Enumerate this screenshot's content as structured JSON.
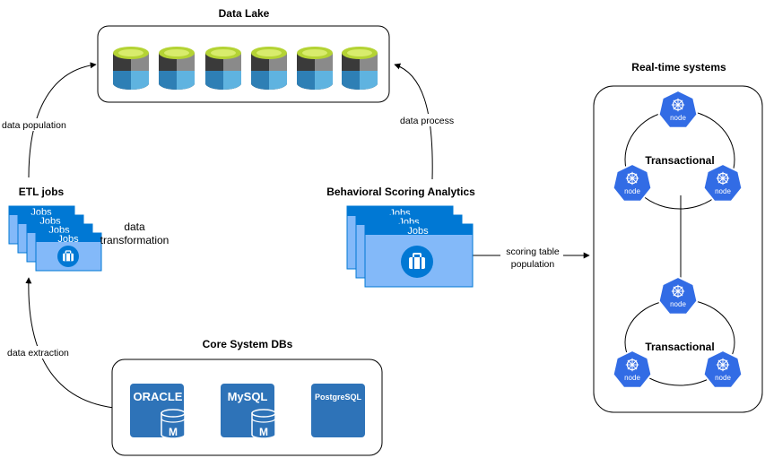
{
  "groups": {
    "data_lake": "Data Lake",
    "etl_jobs": "ETL jobs",
    "behavioral": "Behavioral Scoring Analytics",
    "core_dbs": "Core System DBs",
    "realtime": "Real-time systems"
  },
  "edges": {
    "data_population": "data population",
    "data_process": "data process",
    "data_extraction": "data extraction",
    "scoring_line1": "scoring table",
    "scoring_line2": "population",
    "transform_line1": "data",
    "transform_line2": "transformation"
  },
  "jobs_label": "Jobs",
  "databases": {
    "oracle": "ORACLE",
    "mysql": "MySQL",
    "postgres": "PostgreSQL",
    "badge": "M"
  },
  "clusters": {
    "top": "Transactional",
    "bottom": "Transactional"
  },
  "node_label": "node",
  "colors": {
    "azure_blue": "#0078d4",
    "light_blue": "#83b9f9",
    "node_blue": "#326ce5",
    "db_blue": "#2e73b8",
    "lake_green": "#b4d334",
    "lake_dark": "#3b3b3b",
    "lake_teal": "#2f8fc2"
  }
}
